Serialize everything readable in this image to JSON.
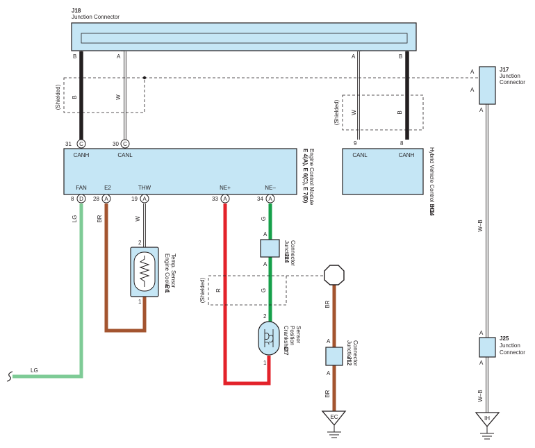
{
  "colors": {
    "black_wire": "#231f20",
    "white_wire": "#ffffff",
    "lg_wire": "#7ecb96",
    "br_wire": "#a3542f",
    "red_wire": "#e3222a",
    "green_wire": "#16a04a",
    "component_fill": "#c5e6f5"
  },
  "j18": {
    "id": "J18",
    "name": "Junction Connector",
    "pin_b": "B",
    "pin_a": "A"
  },
  "j17": {
    "id": "J17",
    "name_line1": "Junction",
    "name_line2": "Connector",
    "pin_a": "A"
  },
  "j25": {
    "id": "J25",
    "name_line1": "Junction",
    "name_line2": "Connector",
    "pin_a": "A"
  },
  "j14": {
    "id": "J14",
    "name_line1": "Junction",
    "name_line2": "Connector",
    "pin_a": "A"
  },
  "j12": {
    "id": "J12",
    "name_line1": "Junction",
    "name_line2": "Connector",
    "pin_a": "A"
  },
  "ecm": {
    "id": "E 4(A), E 6(C), E 7(D)",
    "name": "Engine Control Module",
    "top_pins": [
      {
        "num": "31",
        "letter": "C",
        "label": "CANH"
      },
      {
        "num": "30",
        "letter": "C",
        "label": "CANL"
      }
    ],
    "bottom_pins": [
      {
        "num": "8",
        "letter": "D",
        "label": "FAN"
      },
      {
        "num": "28",
        "letter": "A",
        "label": "E2"
      },
      {
        "num": "19",
        "letter": "A",
        "label": "THW"
      },
      {
        "num": "33",
        "letter": "A",
        "label": "NE+"
      },
      {
        "num": "34",
        "letter": "A",
        "label": "NE–"
      }
    ]
  },
  "hv_ecu": {
    "id": "H14",
    "name": "Hybrid Vehicle Control ECU",
    "pins": [
      {
        "num": "9",
        "label": "CANL"
      },
      {
        "num": "8",
        "label": "CANH"
      }
    ]
  },
  "e1": {
    "id": "E 1",
    "name_line1": "Engine Coolant",
    "name_line2": "Temp. Sensor",
    "pin_top": "2",
    "pin_bottom": "1"
  },
  "c7": {
    "id": "C 7",
    "name_line1": "Crankshaft",
    "name_line2": "Position",
    "name_line3": "Sensor",
    "pin_top": "2",
    "pin_bottom": "1"
  },
  "wire_labels": {
    "b": "B",
    "w": "W",
    "lg": "LG",
    "br": "BR",
    "r": "R",
    "g": "G",
    "wb": "W–B"
  },
  "shielded": "(Shielded)",
  "grounds": {
    "ec": "EC",
    "ih": "IH"
  }
}
